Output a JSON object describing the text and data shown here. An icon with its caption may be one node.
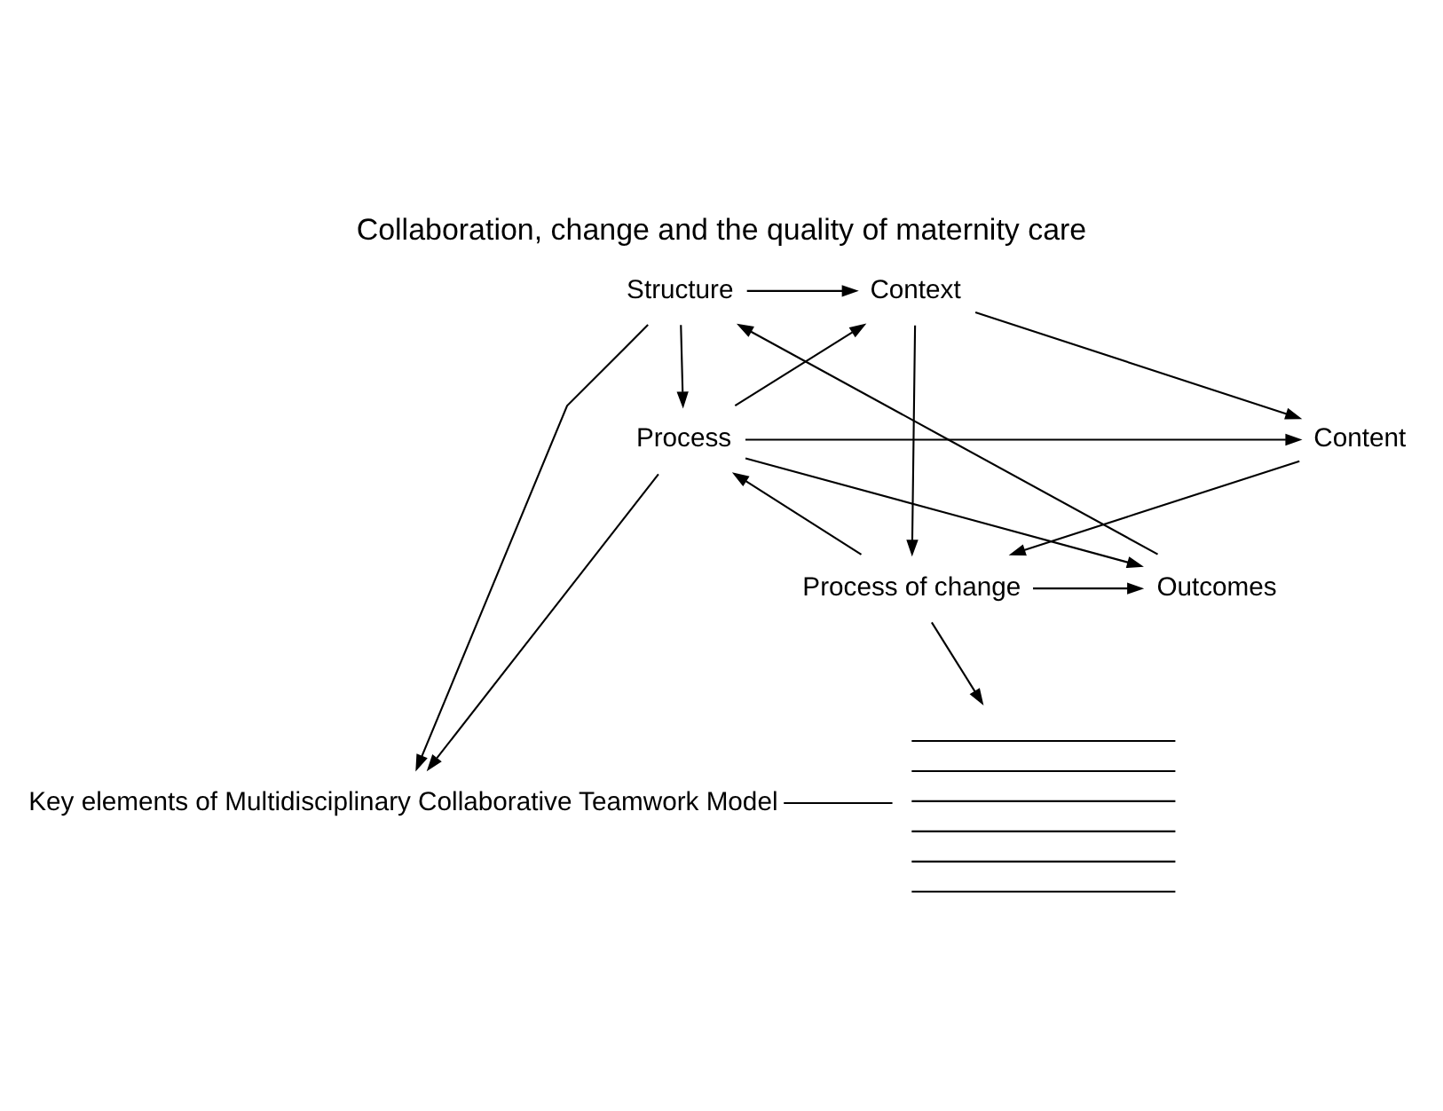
{
  "diagram": {
    "title": "Collaboration, change and the quality of maternity care",
    "nodes": [
      {
        "text": [
          "Structure"
        ]
      },
      {
        "text": [
          "Context"
        ]
      },
      {
        "text": [
          "Process"
        ]
      },
      {
        "text": [
          "Content"
        ]
      },
      {
        "text": [
          "Outcomes"
        ]
      },
      {
        "text": [
          "Process of change"
        ]
      },
      {
        "text": [
          "Key elements of Multidisciplinary Collaborative Teamwork Model"
        ]
      },
      {
        "text": [],
        "shape": "lines"
      }
    ],
    "edges": [
      {
        "from": 0,
        "to": 1,
        "arrow": "to"
      },
      {
        "from": 0,
        "to": 2,
        "arrow": "to"
      },
      {
        "from": 1,
        "to": 3,
        "arrow": "to"
      },
      {
        "from": 1,
        "to": 5,
        "arrow": "to"
      },
      {
        "from": 2,
        "to": 1,
        "arrow": "to"
      },
      {
        "from": 2,
        "to": 3,
        "arrow": "to"
      },
      {
        "from": 2,
        "to": 4,
        "arrow": "to"
      },
      {
        "from": 3,
        "to": 5,
        "arrow": "to"
      },
      {
        "from": 5,
        "to": 2,
        "arrow": "to"
      },
      {
        "from": 5,
        "to": 4,
        "arrow": "to"
      },
      {
        "from": 4,
        "to": 0,
        "arrow": "to"
      },
      {
        "from": 0,
        "to": 6,
        "arrow": "to"
      },
      {
        "from": 2,
        "to": 6,
        "arrow": "to"
      },
      {
        "from": 5,
        "to": 7,
        "arrow": "to"
      },
      {
        "from": 6,
        "to": 7,
        "arrow": "none"
      }
    ]
  }
}
